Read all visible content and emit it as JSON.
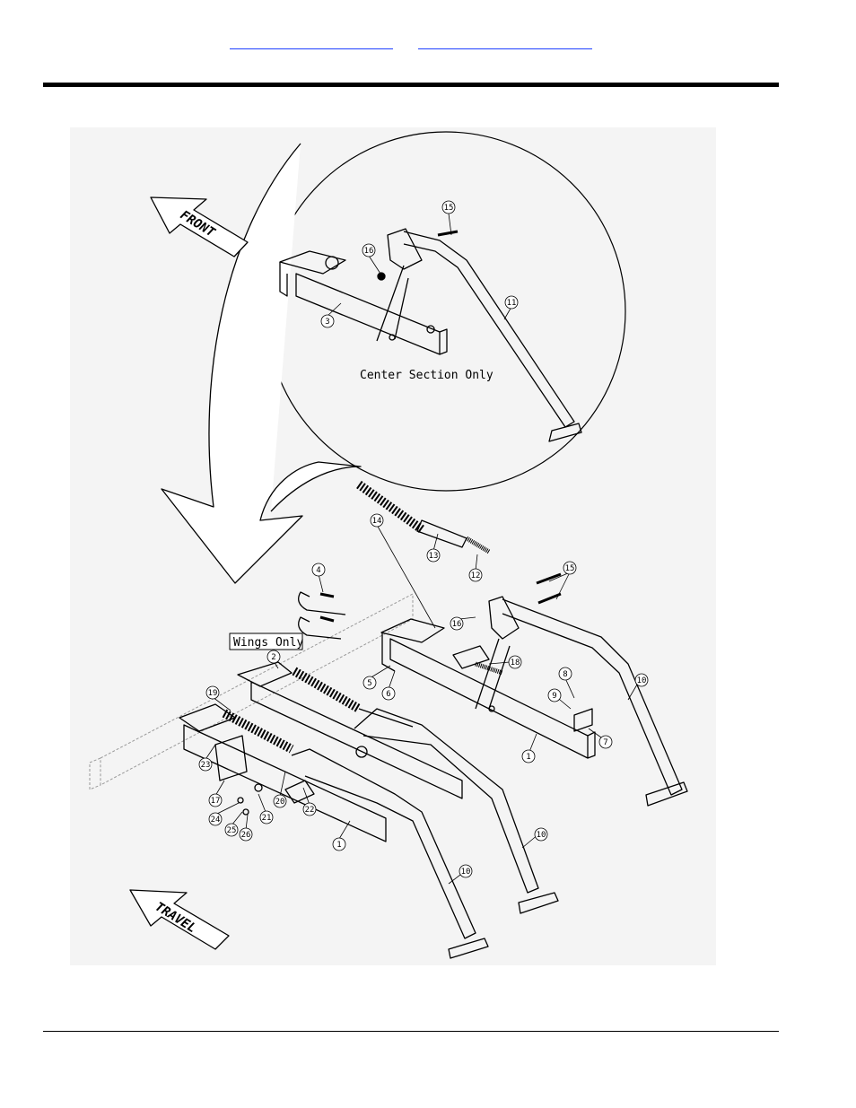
{
  "header": {
    "link_left": "",
    "link_right": ""
  },
  "diagram": {
    "arrow_front": "FRONT",
    "arrow_travel": "TRAVEL",
    "note_center": "Center Section Only",
    "note_wings": "Wings Only",
    "callouts": [
      "1",
      "2",
      "3",
      "4",
      "5",
      "6",
      "7",
      "8",
      "9",
      "10",
      "11",
      "12",
      "13",
      "14",
      "15",
      "16",
      "17",
      "18",
      "19",
      "20",
      "21",
      "22",
      "23",
      "24",
      "25",
      "26"
    ]
  }
}
